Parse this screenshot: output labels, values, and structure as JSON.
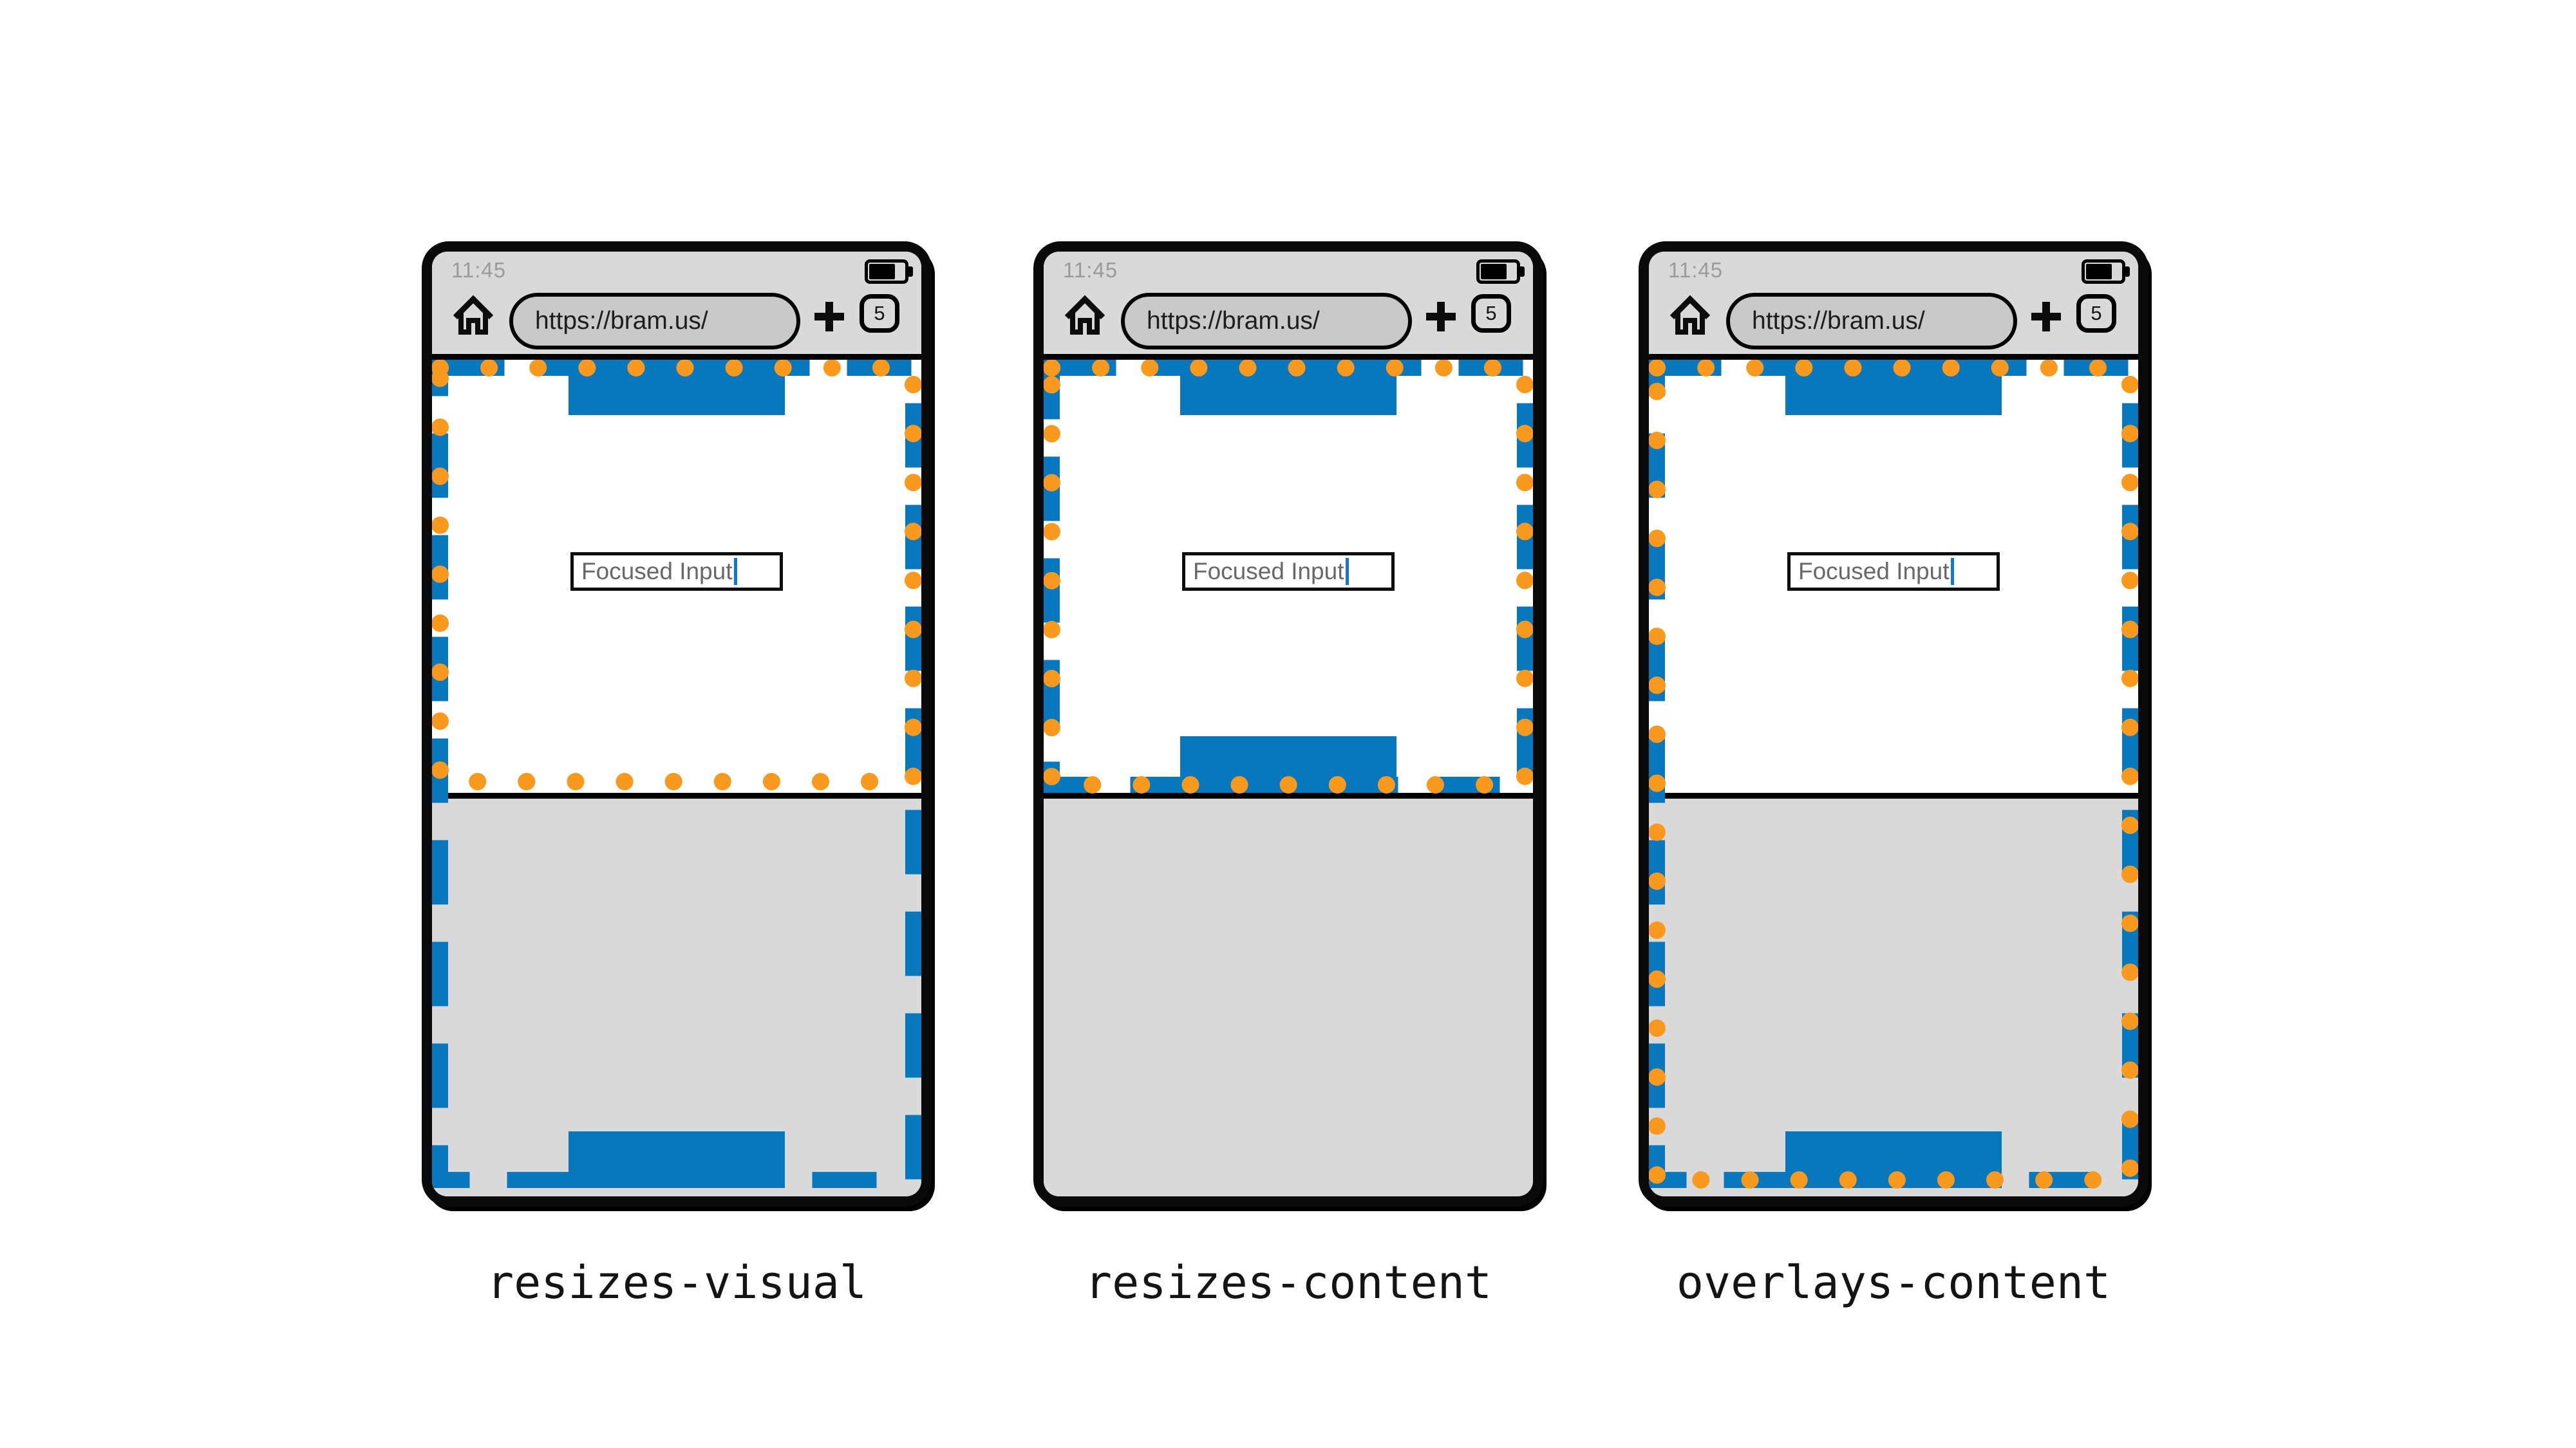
{
  "colors": {
    "blue": "#0878be",
    "orange": "#f9991d",
    "chrome_bg": "#d9d9d9",
    "pill_bg": "#c9c9c9",
    "keyboard_bg": "#d9d9d9",
    "time_text": "#9b9b9b",
    "url_text": "#1d1d1d",
    "input_text": "#686868",
    "caret": "#1478d1",
    "label_text": "#141414"
  },
  "icons": {
    "home": "home-icon",
    "battery": "battery-icon",
    "new_tab": "plus-icon",
    "viewport_layout": "blue-dashed-border",
    "viewport_visual": "orange-dotted-border"
  },
  "phones": [
    {
      "label": "resizes-visual",
      "status_time": "11:45",
      "url": "https://bram.us/",
      "tab_count": "5",
      "input_value": "Focused Input"
    },
    {
      "label": "resizes-content",
      "status_time": "11:45",
      "url": "https://bram.us/",
      "tab_count": "5",
      "input_value": "Focused Input"
    },
    {
      "label": "overlays-content",
      "status_time": "11:45",
      "url": "https://bram.us/",
      "tab_count": "5",
      "input_value": "Focused Input"
    }
  ]
}
